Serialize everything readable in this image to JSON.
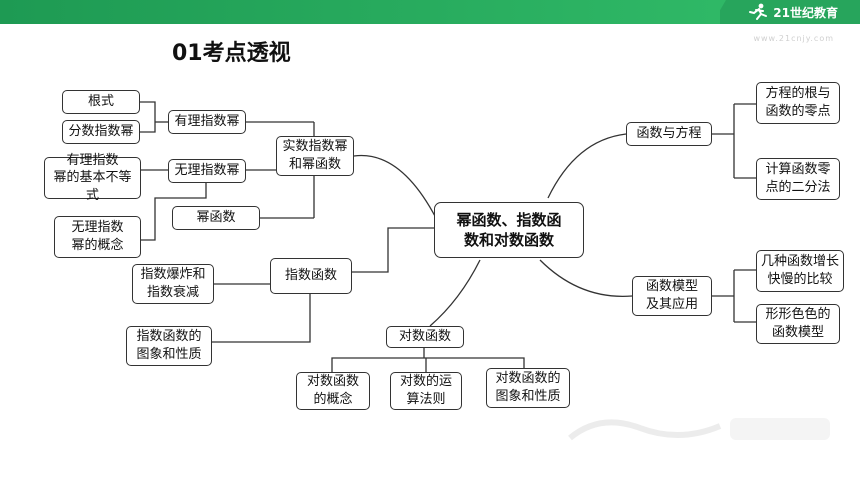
{
  "header": {
    "logo_text": "21世纪教育",
    "logo_sub": "www.21cnjy.com",
    "brand_color": "#27a55c"
  },
  "title": "01考点透视",
  "nodes": {
    "center": "幂函数、指数函\n数和对数函数",
    "real_power": "实数指数幂\n和幂函数",
    "rational_power": "有理指数幂",
    "radical": "根式",
    "fraction_power": "分数指数幂",
    "irrational_power": "无理指数幂",
    "basic_inequality": "有理指数\n幂的基本不等式",
    "irrational_concept": "无理指数\n幂的概念",
    "power_function": "幂函数",
    "exp_function": "指数函数",
    "exp_growth": "指数爆炸和\n指数衰减",
    "exp_graph": "指数函数的\n图象和性质",
    "log_function": "对数函数",
    "log_concept": "对数函数\n的概念",
    "log_rules": "对数的运\n算法则",
    "log_graph": "对数函数的\n图象和性质",
    "func_equation": "函数与方程",
    "equation_root": "方程的根与\n函数的零点",
    "bisection": "计算函数零\n点的二分法",
    "func_model": "函数模型\n及其应用",
    "growth_rate": "几种函数增长\n快慢的比较",
    "various_models": "形形色色的\n函数模型"
  }
}
